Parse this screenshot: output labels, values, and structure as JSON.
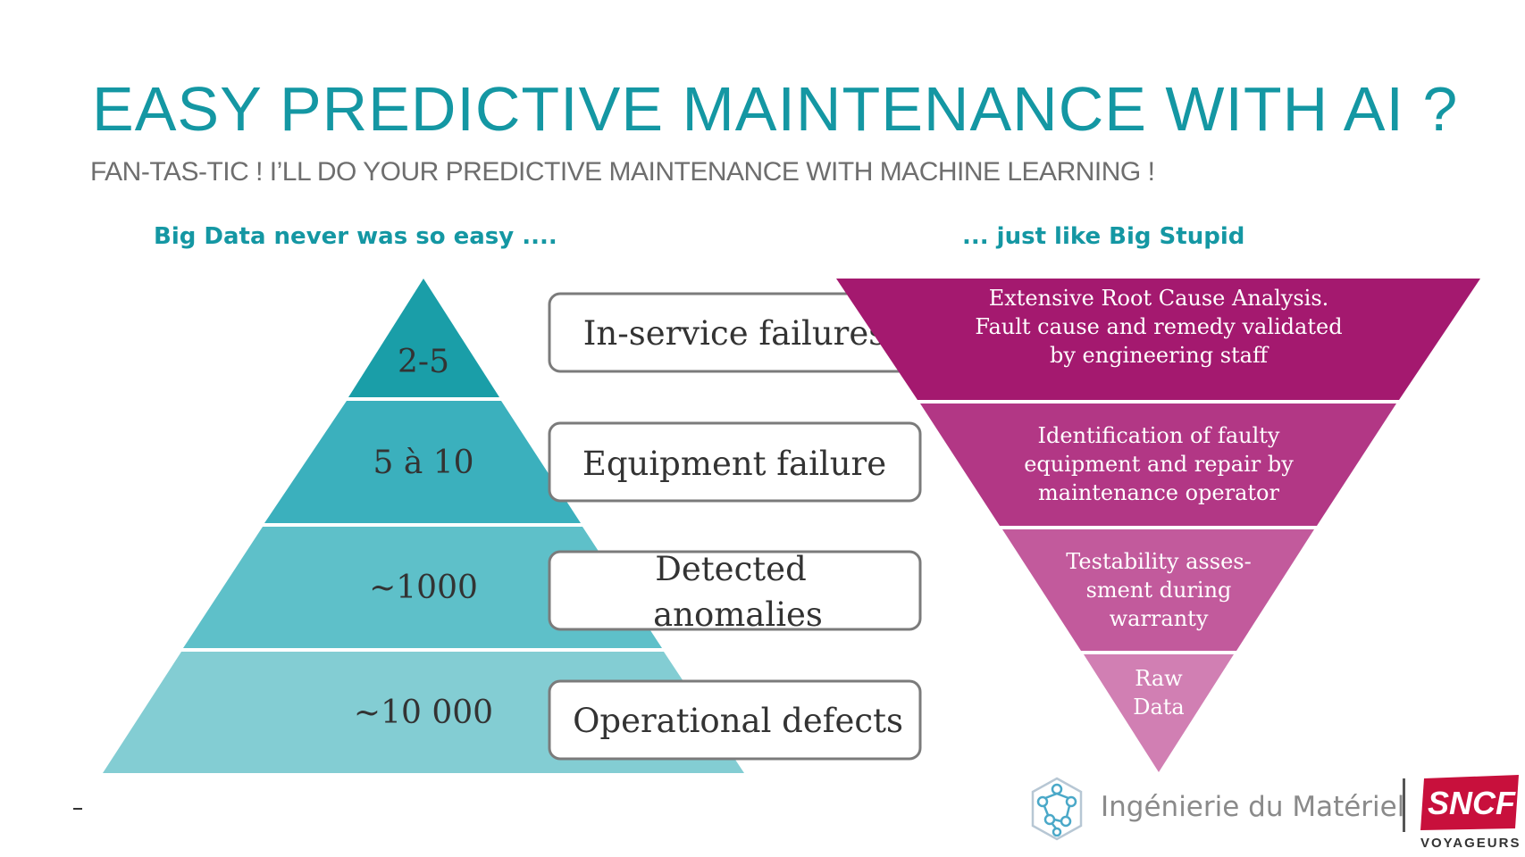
{
  "title": "EASY PREDICTIVE MAINTENANCE WITH AI ?",
  "subtitle": "FAN-TAS-TIC ! I’LL DO YOUR PREDICTIVE MAINTENANCE WITH MACHINE LEARNING !",
  "left_heading": "Big Data never was so easy ....",
  "right_heading": "... just like Big Stupid",
  "pyramid": {
    "colors": [
      "#1a9ea8",
      "#3bb0bd",
      "#5ec0c9",
      "#83cdd3"
    ],
    "levels": [
      {
        "value": "2-5",
        "label": "In-service failures"
      },
      {
        "value": "5 à 10",
        "label": "Equipment failure"
      },
      {
        "value": "~1000",
        "label_lines": [
          "Detected",
          "anomalies"
        ]
      },
      {
        "value": "~10 000",
        "label": "Operational defects"
      }
    ]
  },
  "inverted_pyramid": {
    "colors": [
      "#a4196f",
      "#b23785",
      "#c25a9c",
      "#d17fb3"
    ],
    "levels": [
      {
        "lines": [
          "Extensive Root Cause Analysis.",
          "Fault cause and remedy validated",
          "by engineering staff"
        ]
      },
      {
        "lines": [
          "Identification of faulty",
          "equipment and repair by",
          "maintenance operator"
        ]
      },
      {
        "lines": [
          "Testability asses-",
          "sment during",
          "warranty"
        ]
      },
      {
        "lines": [
          "Raw",
          "Data"
        ]
      }
    ]
  },
  "footer": {
    "brand_text": "Ingénierie du Matériel",
    "logo_text": "SNCF",
    "logo_subtext": "VOYAGEURS",
    "logo_color": "#c8103c"
  }
}
